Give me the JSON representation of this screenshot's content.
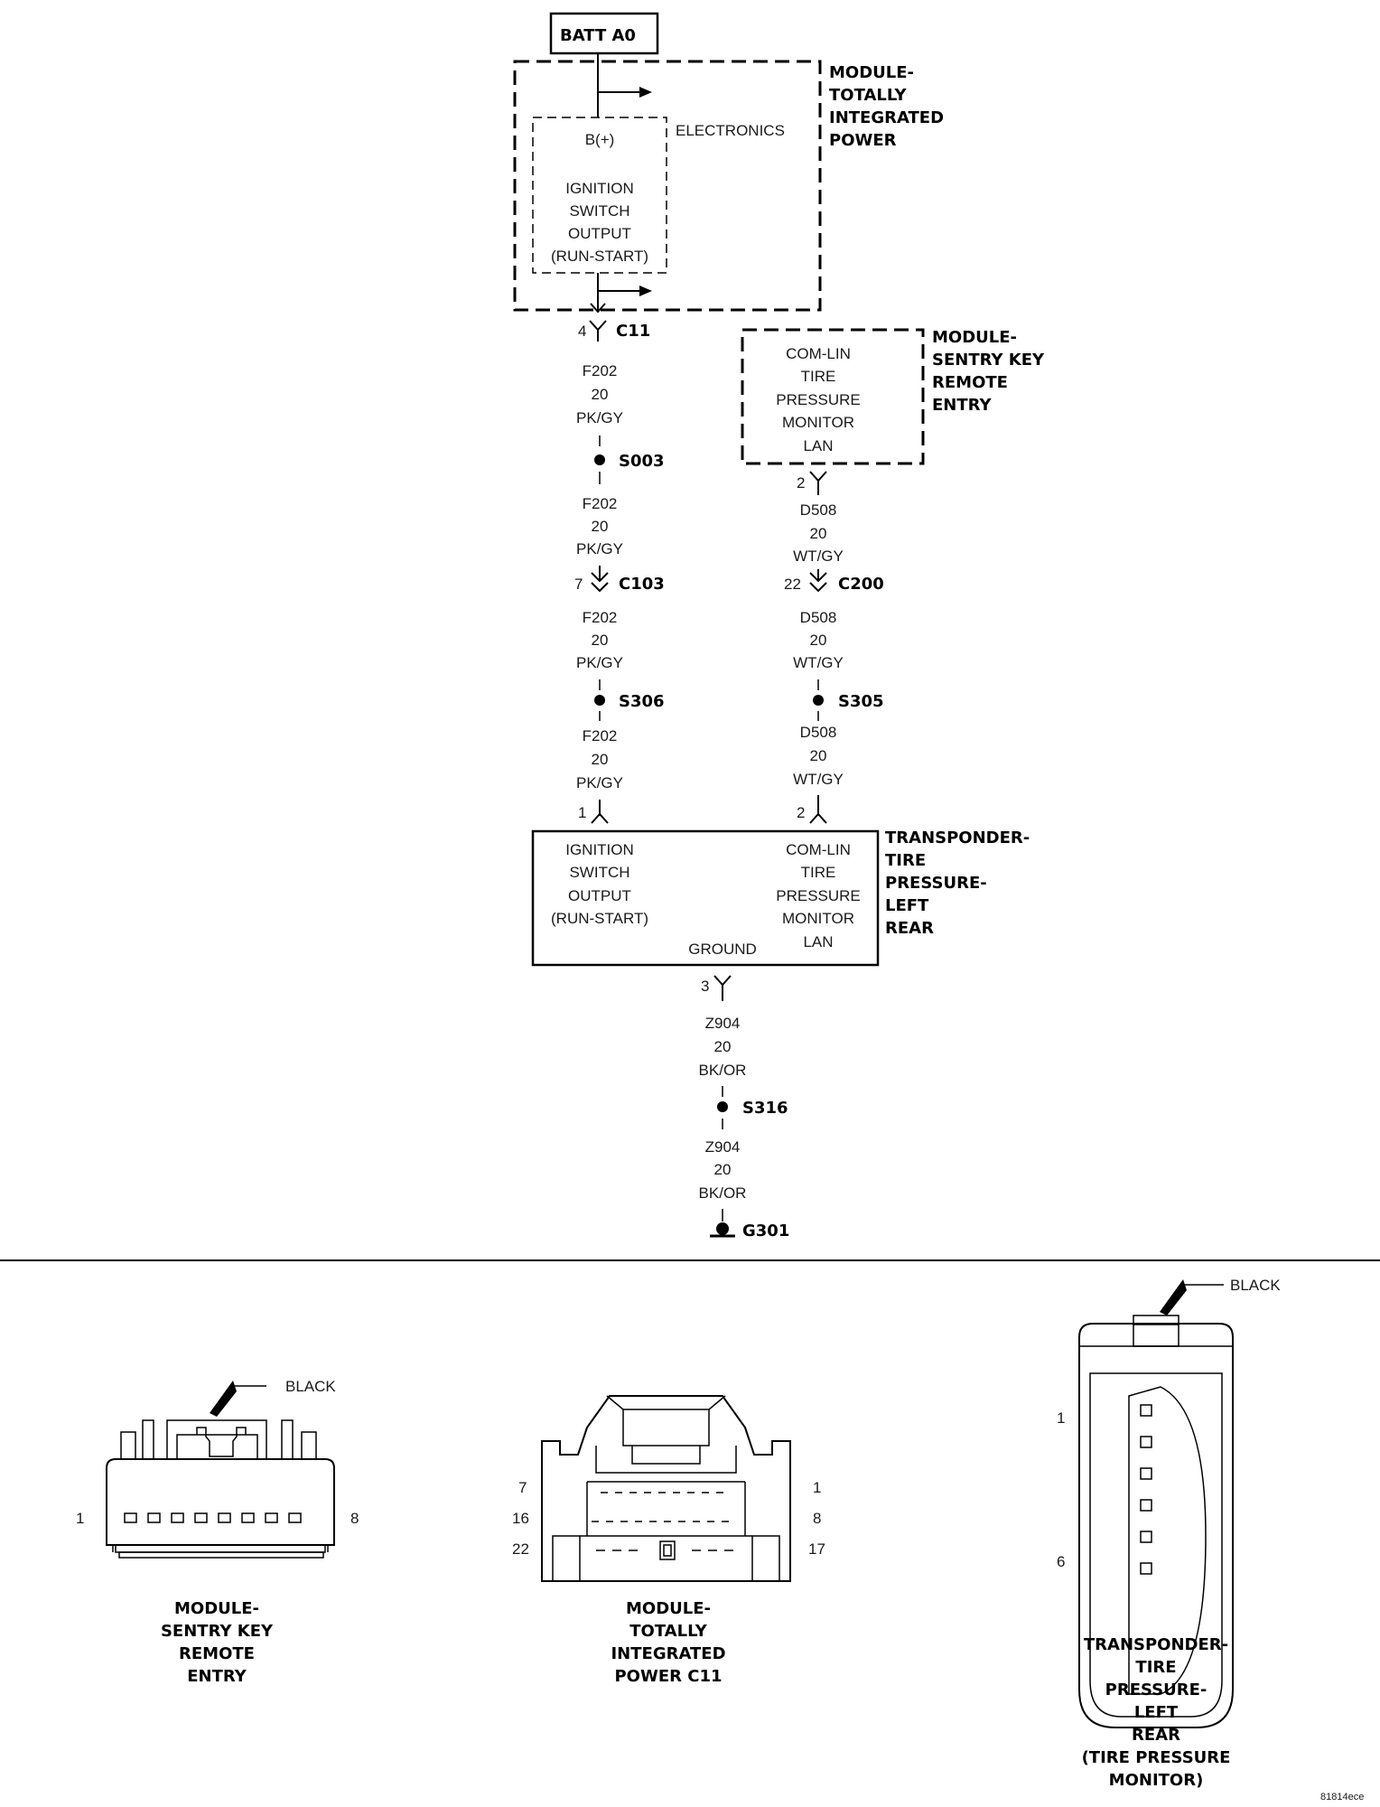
{
  "source": {
    "label": "BATT A0"
  },
  "tipm": {
    "title": [
      "MODULE-",
      "TOTALLY",
      "INTEGRATED",
      "POWER"
    ],
    "electronics": "ELECTRONICS",
    "bplus": "B(+)",
    "ignition": [
      "IGNITION",
      "SWITCH",
      "OUTPUT",
      "(RUN-START)"
    ]
  },
  "skreem": {
    "title": [
      "MODULE-",
      "SENTRY KEY",
      "REMOTE",
      "ENTRY"
    ],
    "function": [
      "COM-LIN",
      "TIRE",
      "PRESSURE",
      "MONITOR",
      "LAN"
    ]
  },
  "left_circuit": {
    "c11_pin": "4",
    "c11": "C11",
    "wire1": [
      "F202",
      "20",
      "PK/GY"
    ],
    "s003": "S003",
    "wire2": [
      "F202",
      "20",
      "PK/GY"
    ],
    "c103_pin": "7",
    "c103": "C103",
    "wire3": [
      "F202",
      "20",
      "PK/GY"
    ],
    "s306": "S306",
    "wire4": [
      "F202",
      "20",
      "PK/GY"
    ],
    "end_pin": "1"
  },
  "right_circuit": {
    "top_pin": "2",
    "wire1": [
      "D508",
      "20",
      "WT/GY"
    ],
    "c200_pin": "22",
    "c200": "C200",
    "wire2": [
      "D508",
      "20",
      "WT/GY"
    ],
    "s305": "S305",
    "wire3": [
      "D508",
      "20",
      "WT/GY"
    ],
    "end_pin": "2"
  },
  "transponder": {
    "title": [
      "TRANSPONDER-",
      "TIRE",
      "PRESSURE-",
      "LEFT",
      "REAR"
    ],
    "left": [
      "IGNITION",
      "SWITCH",
      "OUTPUT",
      "(RUN-START)"
    ],
    "right": [
      "COM-LIN",
      "TIRE",
      "PRESSURE",
      "MONITOR",
      "LAN"
    ],
    "ground": "GROUND"
  },
  "ground_circuit": {
    "pin": "3",
    "wire1": [
      "Z904",
      "20",
      "BK/OR"
    ],
    "s316": "S316",
    "wire2": [
      "Z904",
      "20",
      "BK/OR"
    ],
    "g301": "G301"
  },
  "connectors": {
    "skreem": {
      "color": "BLACK",
      "pin_left": "1",
      "pin_right": "8",
      "caption": [
        "MODULE-",
        "SENTRY KEY",
        "REMOTE",
        "ENTRY"
      ]
    },
    "tipm": {
      "pin_7": "7",
      "pin_16": "16",
      "pin_22": "22",
      "pin_1": "1",
      "pin_8": "8",
      "pin_17": "17",
      "caption": [
        "MODULE-",
        "TOTALLY",
        "INTEGRATED",
        "POWER C11"
      ]
    },
    "transponder": {
      "color": "BLACK",
      "pin_1": "1",
      "pin_6": "6",
      "caption": [
        "TRANSPONDER-",
        "TIRE",
        "PRESSURE-",
        "LEFT",
        "REAR",
        "(TIRE PRESSURE",
        "MONITOR)"
      ]
    }
  },
  "figure_id": "81814ece"
}
